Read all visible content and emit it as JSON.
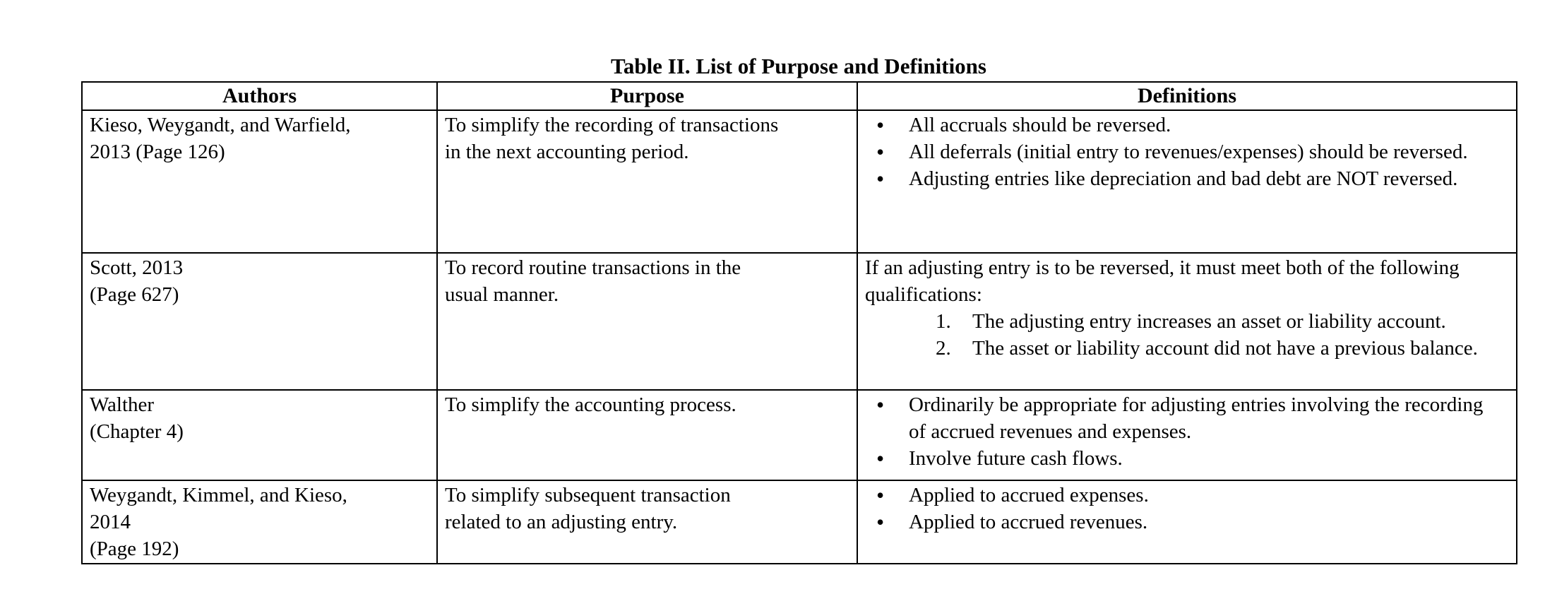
{
  "title": "Table II. List of Purpose and Definitions",
  "table": {
    "headers": {
      "authors": "Authors",
      "purpose": "Purpose",
      "definitions": "Definitions"
    },
    "rows": [
      {
        "authors_lines": [
          "Kieso, Weygandt, and Warfield,",
          "2013 (Page 126)"
        ],
        "purpose_lines": [
          "To simplify the recording of transactions",
          "in the next accounting period."
        ],
        "definitions": {
          "bullets": [
            "All accruals should be reversed.",
            "All deferrals (initial entry to revenues/expenses) should be reversed.",
            "Adjusting entries like depreciation and bad debt are NOT reversed."
          ]
        }
      },
      {
        "authors_lines": [
          "Scott, 2013",
          "(Page 627)"
        ],
        "purpose_lines": [
          "To record routine transactions in the",
          "usual manner."
        ],
        "definitions": {
          "intro": "If an adjusting entry is to be reversed, it must meet both of the following qualifications:",
          "numbered": [
            "The adjusting entry increases an asset or liability account.",
            "The asset or liability account did not have a previous balance."
          ]
        }
      },
      {
        "authors_lines": [
          "Walther",
          "(Chapter 4)"
        ],
        "purpose_lines": [
          "To simplify the accounting process."
        ],
        "definitions": {
          "bullets": [
            "Ordinarily be appropriate for adjusting entries involving the recording of accrued revenues and expenses.",
            "Involve future cash flows."
          ]
        }
      },
      {
        "authors_lines": [
          "Weygandt, Kimmel, and Kieso,",
          "2014",
          "(Page 192)"
        ],
        "purpose_lines": [
          "To simplify subsequent transaction",
          "related to an adjusting entry."
        ],
        "definitions": {
          "bullets": [
            "Applied to accrued expenses.",
            "Applied to accrued revenues."
          ]
        }
      }
    ]
  }
}
